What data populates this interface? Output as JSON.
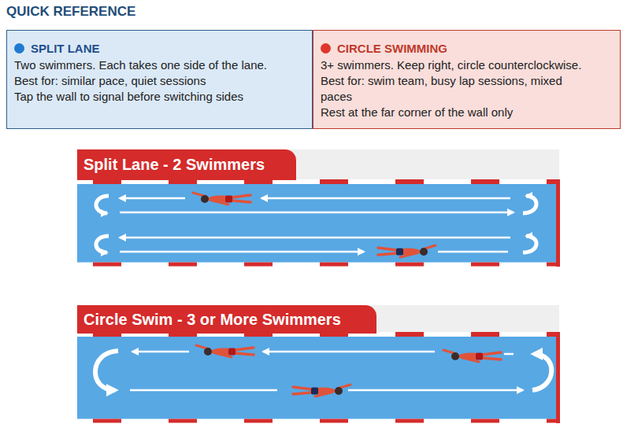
{
  "diagram": {
    "title": "QUICK REFERENCE",
    "nodes": [
      {
        "text": [
          "SPLIT LANE",
          "Two swimmers. Each takes one side of the lane.",
          "Best for: similar pace, quiet sessions",
          "Tap the wall to signal before switching sides"
        ]
      },
      {
        "text": [
          "CIRCLE SWIMMING",
          "3+ swimmers. Keep right, circle counterclockwise.",
          "Best for: swim team, busy lap sessions, mixed paces",
          "Rest at the far corner of the wall only"
        ]
      },
      {
        "text": [
          "Split Lane - 2 Swimmers"
        ]
      },
      {
        "text": [
          "Circle Swim - 3 or More Swimmers"
        ]
      }
    ]
  }
}
